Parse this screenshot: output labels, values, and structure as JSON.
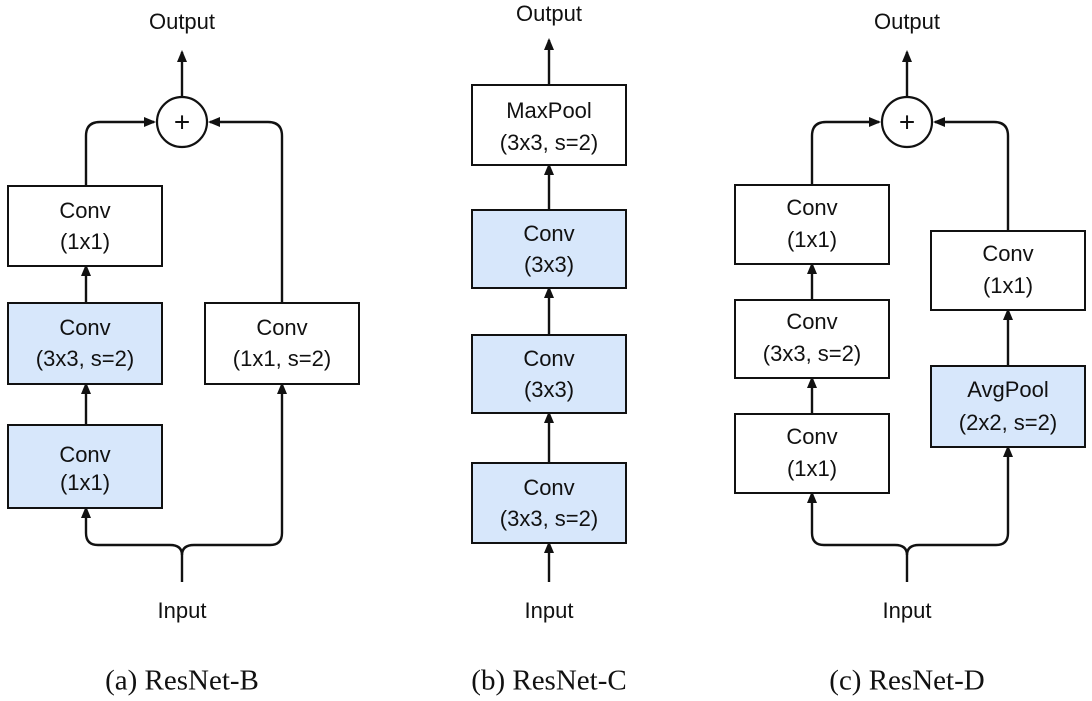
{
  "colors": {
    "plain_fill": "#ffffff",
    "highlight_fill": "#d7e7fb",
    "stroke": "#111111"
  },
  "panels": [
    {
      "caption": "(a) ResNet-B",
      "input_label": "Input",
      "output_label": "Output",
      "add_symbol": "+",
      "blocks": [
        {
          "id": "a-conv-1x1-bottom",
          "lines": [
            "Conv",
            "(1x1)"
          ],
          "highlight": true
        },
        {
          "id": "a-conv-3x3-s2",
          "lines": [
            "Conv",
            "(3x3, s=2)"
          ],
          "highlight": true
        },
        {
          "id": "a-conv-1x1-top",
          "lines": [
            "Conv",
            "(1x1)"
          ],
          "highlight": false
        },
        {
          "id": "a-shortcut-conv-1x1-s2",
          "lines": [
            "Conv",
            "(1x1, s=2)"
          ],
          "highlight": false
        }
      ]
    },
    {
      "caption": "(b) ResNet-C",
      "input_label": "Input",
      "output_label": "Output",
      "blocks": [
        {
          "id": "b-conv-3x3-s2",
          "lines": [
            "Conv",
            "(3x3, s=2)"
          ],
          "highlight": true
        },
        {
          "id": "b-conv-3x3-middle",
          "lines": [
            "Conv",
            "(3x3)"
          ],
          "highlight": true
        },
        {
          "id": "b-conv-3x3-top",
          "lines": [
            "Conv",
            "(3x3)"
          ],
          "highlight": true
        },
        {
          "id": "b-maxpool",
          "lines": [
            "MaxPool",
            "(3x3, s=2)"
          ],
          "highlight": false
        }
      ]
    },
    {
      "caption": "(c) ResNet-D",
      "input_label": "Input",
      "output_label": "Output",
      "add_symbol": "+",
      "blocks": [
        {
          "id": "c-conv-1x1-bottom",
          "lines": [
            "Conv",
            "(1x1)"
          ],
          "highlight": false
        },
        {
          "id": "c-conv-3x3-s2",
          "lines": [
            "Conv",
            "(3x3, s=2)"
          ],
          "highlight": false
        },
        {
          "id": "c-conv-1x1-top",
          "lines": [
            "Conv",
            "(1x1)"
          ],
          "highlight": false
        },
        {
          "id": "c-avgpool",
          "lines": [
            "AvgPool",
            "(2x2, s=2)"
          ],
          "highlight": true
        },
        {
          "id": "c-shortcut-conv-1x1",
          "lines": [
            "Conv",
            "(1x1)"
          ],
          "highlight": false
        }
      ]
    }
  ]
}
